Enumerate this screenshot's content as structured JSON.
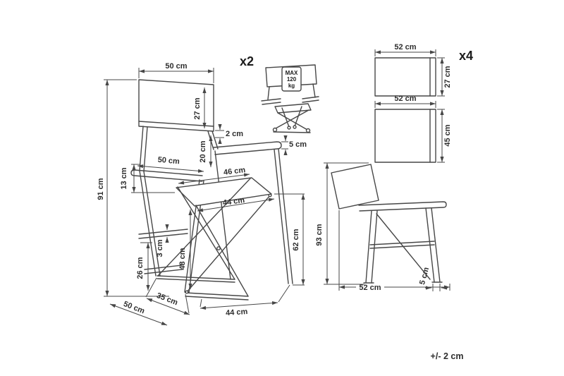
{
  "style": {
    "ink": "#474747"
  },
  "tolerance_note": "+/- 2 cm",
  "main_chair": {
    "quantity_label": "x2",
    "dims": {
      "back_width": "50 cm",
      "back_height": "27 cm",
      "total_height": "91 cm",
      "back_bottom_gap": "2 cm",
      "back_to_armrest": "20 cm",
      "armrest_length": "50 cm",
      "armrest_thickness": "5 cm",
      "armrest_to_seat": "13 cm",
      "seat_rear_width": "46 cm",
      "seat_front_width": "44 cm",
      "armrest_height": "62 cm",
      "frame_bar": "3 cm",
      "stretcher_height": "26 cm",
      "seat_height": "48 cm",
      "depth_seat": "35 cm",
      "depth_total": "50 cm",
      "base_width": "44 cm"
    }
  },
  "load_tag": {
    "line1": "MAX",
    "line2": "120",
    "line3": "kg"
  },
  "fabric_panels": {
    "quantity_label": "x4",
    "backrest_panel": {
      "width": "52 cm",
      "height": "27 cm"
    },
    "seat_panel": {
      "width": "52 cm",
      "height": "45 cm"
    }
  },
  "side_view": {
    "total_height": "93 cm",
    "total_depth": "52 cm",
    "leg_width": "5 cm"
  }
}
